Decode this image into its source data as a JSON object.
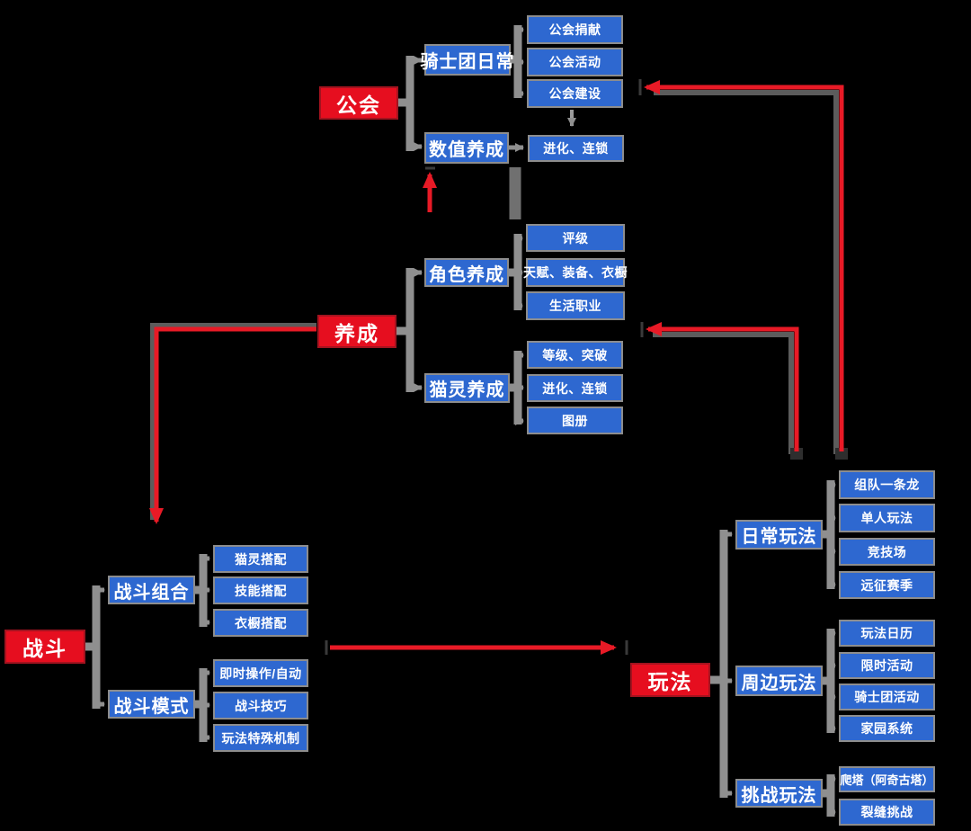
{
  "diagram_type": "mindmap",
  "colors": {
    "background": "#000000",
    "node_blue": "#2e68d0",
    "node_red": "#e60e1f",
    "node_border_gray": "#8d8d8d",
    "connector_gray": "#8f8f8f",
    "cross_link_red": "#e81a26",
    "text_white": "#ffffff"
  },
  "nodes": {
    "guild": {
      "label": "公会",
      "children": [
        "knight_order_daily",
        "numeric_growth"
      ]
    },
    "knight_order_daily": {
      "label": "骑士团日常",
      "children": [
        "guild_donation",
        "guild_activity",
        "guild_building"
      ]
    },
    "guild_donation": {
      "label": "公会捐献"
    },
    "guild_activity": {
      "label": "公会活动"
    },
    "guild_building": {
      "label": "公会建设"
    },
    "numeric_growth": {
      "label": "数值养成",
      "children": [
        "evolve_chain_guild"
      ]
    },
    "evolve_chain_guild": {
      "label": "进化、连锁"
    },
    "growth": {
      "label": "养成",
      "children": [
        "character_growth",
        "cat_spirit_growth"
      ]
    },
    "character_growth": {
      "label": "角色养成",
      "children": [
        "rating",
        "talent_gear_wardrobe",
        "life_profession"
      ]
    },
    "rating": {
      "label": "评级"
    },
    "talent_gear_wardrobe": {
      "label": "天赋、装备、衣橱"
    },
    "life_profession": {
      "label": "生活职业"
    },
    "cat_spirit_growth": {
      "label": "猫灵养成",
      "children": [
        "level_breakthrough",
        "evolve_chain_cat",
        "catalog"
      ]
    },
    "level_breakthrough": {
      "label": "等级、突破"
    },
    "evolve_chain_cat": {
      "label": "进化、连锁"
    },
    "catalog": {
      "label": "图册"
    },
    "battle": {
      "label": "战斗",
      "children": [
        "battle_combo",
        "battle_mode"
      ]
    },
    "battle_combo": {
      "label": "战斗组合",
      "children": [
        "cat_spirit_setup",
        "skill_setup",
        "wardrobe_setup"
      ]
    },
    "cat_spirit_setup": {
      "label": "猫灵搭配"
    },
    "skill_setup": {
      "label": "技能搭配"
    },
    "wardrobe_setup": {
      "label": "衣橱搭配"
    },
    "battle_mode": {
      "label": "战斗模式",
      "children": [
        "realtime_auto",
        "battle_skills",
        "special_mechanics"
      ]
    },
    "realtime_auto": {
      "label": "即时操作/自动"
    },
    "battle_skills": {
      "label": "战斗技巧"
    },
    "special_mechanics": {
      "label": "玩法特殊机制"
    },
    "gameplay": {
      "label": "玩法",
      "children": [
        "daily_gameplay",
        "peripheral_gameplay",
        "challenge_gameplay"
      ]
    },
    "daily_gameplay": {
      "label": "日常玩法",
      "children": [
        "team_dragon",
        "solo_gameplay",
        "arena",
        "expedition_season"
      ]
    },
    "team_dragon": {
      "label": "组队一条龙"
    },
    "solo_gameplay": {
      "label": "单人玩法"
    },
    "arena": {
      "label": "竞技场"
    },
    "expedition_season": {
      "label": "远征赛季"
    },
    "peripheral_gameplay": {
      "label": "周边玩法",
      "children": [
        "gameplay_calendar",
        "timed_events",
        "knight_order_events",
        "home_system"
      ]
    },
    "gameplay_calendar": {
      "label": "玩法日历"
    },
    "timed_events": {
      "label": "限时活动"
    },
    "knight_order_events": {
      "label": "骑士团活动"
    },
    "home_system": {
      "label": "家园系统"
    },
    "challenge_gameplay": {
      "label": "挑战玩法",
      "children": [
        "tower_climb",
        "rift_challenge"
      ]
    },
    "tower_climb": {
      "label": "爬塔（阿奇古塔）"
    },
    "rift_challenge": {
      "label": "裂缝挑战"
    }
  },
  "cross_links": [
    {
      "style": "red-arrow",
      "from": "character_growth",
      "to": "numeric_growth"
    },
    {
      "style": "red-arrow",
      "from": "growth",
      "to": "battle_combo"
    },
    {
      "style": "red-arrow",
      "from": "battle",
      "to": "gameplay"
    },
    {
      "style": "red-arrow",
      "from": "daily_gameplay",
      "to": "growth"
    },
    {
      "style": "red-arrow",
      "from": "daily_gameplay",
      "to": "guild_building"
    },
    {
      "style": "gray-arrow",
      "from": "guild_building",
      "to": "evolve_chain_guild"
    }
  ]
}
